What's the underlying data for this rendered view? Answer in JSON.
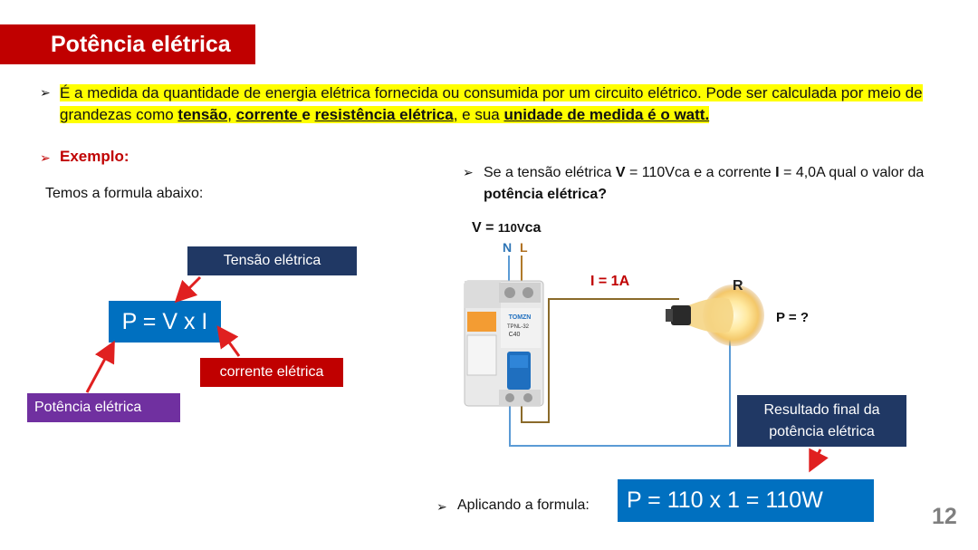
{
  "title": "Potência elétrica",
  "definition": {
    "part1": "É a medida da quantidade de energia elétrica fornecida ou consumida por um circuito elétrico. Pode ser calculada por meio de grandezas como ",
    "tensao": "tensão",
    "sep1": ", ",
    "corrente": "corrente ",
    "e": "e ",
    "resistencia": "resistência elétrica",
    "part2": ", e sua ",
    "unidade": "unidade de medida é o watt."
  },
  "exemplo": "Exemplo:",
  "temos": "Temos a formula abaixo:",
  "formula_box": "P = V x I",
  "labels": {
    "tensao": "Tensão elétrica",
    "corrente": "corrente elétrica",
    "potencia": "Potência elétrica"
  },
  "question": {
    "p1": "Se a tensão elétrica ",
    "v": "V",
    "p2": " = 110Vca e a corrente ",
    "i": "I",
    "p3": " = 4,0A  qual o valor da ",
    "bold_end": "potência elétrica?"
  },
  "circuit": {
    "v_prefix": "V = ",
    "v_value": "110V",
    "v_suffix": "ca",
    "n": "N",
    "l": "L",
    "i": "I = 1A",
    "r": "R",
    "p": "P = ?",
    "breaker_brand": "TOMZN",
    "breaker_model": "TPNL-32",
    "breaker_rating": "C40"
  },
  "resultado": {
    "line1": "Resultado final da",
    "line2": "potência elétrica"
  },
  "aplicando": "Aplicando a formula:",
  "final_formula": "P = 110 x 1 = 110W",
  "page_number": "12",
  "colors": {
    "red": "#c00000",
    "navy": "#203864",
    "blue": "#0070c0",
    "purple": "#7030a0",
    "highlight": "#ffff00"
  }
}
